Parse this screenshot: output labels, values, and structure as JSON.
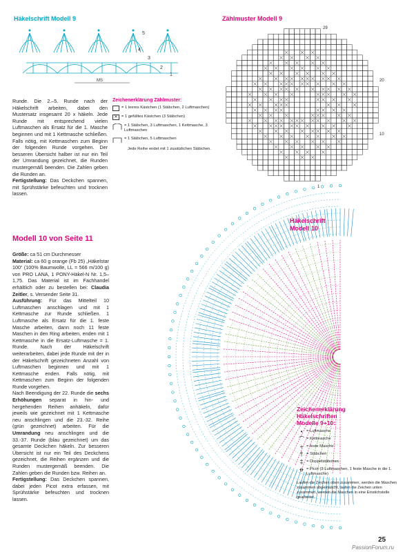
{
  "top_chart": {
    "title": "Häkelschrift Modell 9",
    "label_5": "5",
    "label_4": "4",
    "label_3": "3",
    "label_2": "2",
    "label_1": "1",
    "label_ms": "MS"
  },
  "count_chart": {
    "title": "Zählmuster Modell 9",
    "label_29": "29",
    "label_20": "20",
    "label_10": "10",
    "label_1": "1"
  },
  "model9_text": {
    "p1": "Runde. Die 2.–5. Runde nach der Häkelschrift arbeiten, dabei den Mustersatz insgesamt 20 x häkeln. Jede Runde mit entsprechend vielen Luftmaschen als Ersatz für die 1. Masche beginnen und mit 1 Kettmasche schließen. Falls nötig, mit Kettmaschen zum Beginn der folgenden Runde vorgehen. Der besseren Übersicht halber ist nur ein Teil der Umrandung gezeichnet, die Runden mustergemäß beenden. Die Zahlen geben die Runden an.",
    "p2_bold": "Fertigstellung:",
    "p2": " Das Deckchen spannen, mit Sprühstärke befeuchten und trocknen lassen."
  },
  "legend_count": {
    "title": "Zeichenerklärung Zählmuster:",
    "items": [
      {
        "icon": "empty-box-icon",
        "text": "= 1 leeres Kästchen (1 Stäbchen, 2 Luftmaschen)"
      },
      {
        "icon": "filled-box-icon",
        "text": "= 1 gefülltes Kästchen (3 Stäbchen)"
      },
      {
        "icon": "arch-icon",
        "text": "= 1 Stäbchen, 3 Luftmaschen, 1 Kettmasche, 3 Luftmaschen"
      },
      {
        "icon": "bar-icon",
        "text": "= 1 Stäbchen, 5 Luftmaschen"
      }
    ],
    "note": "Jede Reihe endet mit 1 zusätzlichen Stäbchen."
  },
  "model10": {
    "title": "Modell 10 von Seite 11",
    "size_label": "Größe:",
    "size": " ca 51 cm Durchmesser",
    "material_label": "Material:",
    "material": " ca 60 g orange (Fb 25) „Häkelstar 100“ (100% Baumwolle, LL = 566 m/100 g) von PRO LANA, 1 PONY-Häkel-N Nr. 1,5–1,75.",
    "availability": "Das Material ist im Fachhandel erhältlich oder zu bestellen bei:",
    "supplier": "Claudia Zeitler",
    "supplier_note": ", s. Versender Seite 31.",
    "execution_label": "Ausführung:",
    "execution": " Für das Mittelteil 10 Luftmaschen anschlagen und mit 1 Kettmasche zur Runde schließen. 1 Luftmasche als Ersatz für die 1. feste Masche arbeiten, dann noch 11 feste Maschen in den Ring arbeiten, enden mit 1 Kettmasche in die Ersatz-Luftmasche = 1. Runde. Nach der Häkelschrift weiterarbeiten, dabei jede Runde mit der in der Häkelschrift gezeichneten Anzahl von Luftmaschen beginnen und mit 1 Kettmasche enden. Falls nötig, mit Kettmaschen zum Beginn der folgenden Runde vorgehen.",
    "after_round": "Nach Beendigung der 22. Runde die",
    "increases_label": "sechs Erhöhungen",
    "increases": " separat in hin- und hergehenden Reihen anhäkeln, dafür jeweils wie gezeichnet mit 1 Kettmasche neu anschlingen und die 23.-32. Reihe (grün gezeichnet) arbeiten. Für die",
    "border_label": "Umrandung",
    "border": " neu anschlingen und die 33.-37. Runde (blau gezeichnet) um das gesamte Deckchen häkeln. Zur besseren Übersicht ist nur ein Teil des Deckchens gezeichnet, die Reihen ergänzen und die Runden mustergemäß beenden. Die Zahlen geben die Runden bzw. Reihen an.",
    "finish_label": "Fertigstellung:",
    "finish": " Das Deckchen spannen, dabei jeden Picot extra erfassen, mit Sprühstärke befeuchten und trocknen lassen."
  },
  "chart10": {
    "title_line1": "Häkelschrift",
    "title_line2": "Modell 10"
  },
  "legend_chart": {
    "title_line1": "Zeichenerklärung",
    "title_line2": "Häkelschriften",
    "title_line3": "Modelle 9+10:",
    "items": [
      {
        "icon": "dot-icon",
        "text": "= Luftmasche"
      },
      {
        "icon": "arc-icon",
        "text": "= Kettmasche"
      },
      {
        "icon": "plus-icon",
        "text": "= feste Masche"
      },
      {
        "icon": "stick-icon",
        "text": "= Stäbchen"
      },
      {
        "icon": "double-stick-icon",
        "text": "= Doppelstäbchen"
      },
      {
        "icon": "picot-icon",
        "text": "= Picot (3 Luftmaschen, 1 feste Masche in die 1. Luftmasche)"
      }
    ],
    "note": "Laufen die Zeichen oben zusammen, werden die Maschen zusammen abgemascht, laufen die Zeichen unten zusammen, werden die Maschen in eine Einstichstelle gearbeitet."
  },
  "footer": {
    "page_number": "25",
    "watermark": "PassionForum.ru"
  },
  "colors": {
    "cyan": "#00a7c7",
    "pink": "#e2007a",
    "green": "#5aa02c",
    "blue": "#1a8fd0"
  }
}
